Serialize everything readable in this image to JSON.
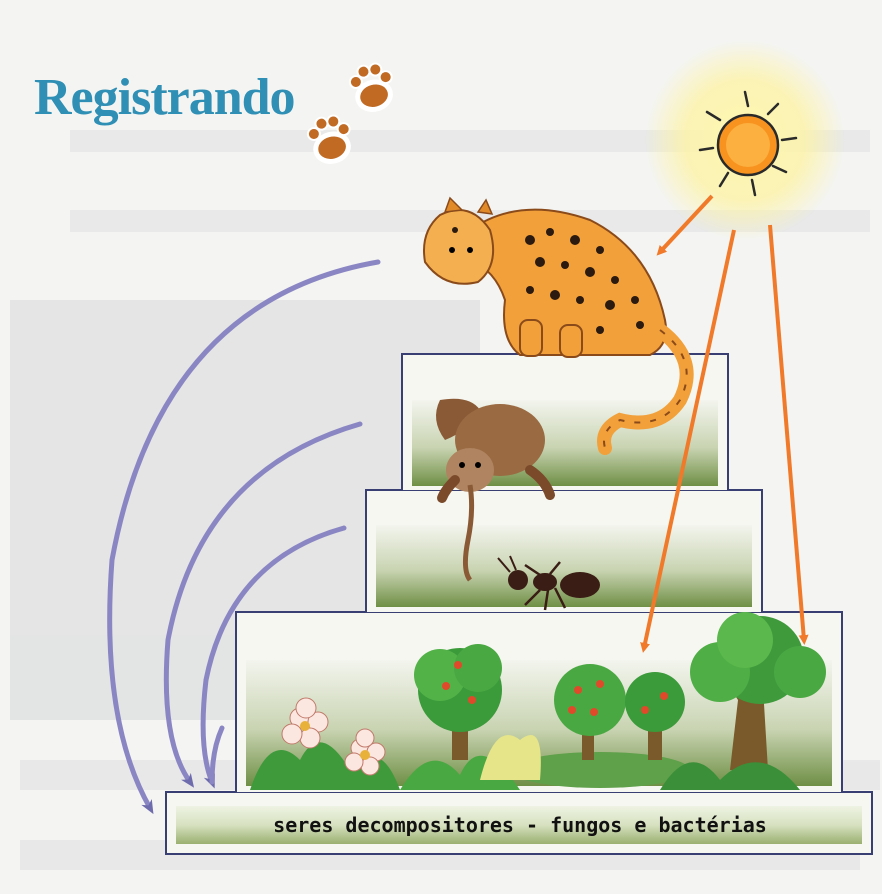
{
  "heading": "Registrando",
  "decomposers_label": "seres decompositores - fungos e bactérias",
  "colors": {
    "heading": "#2f8fb4",
    "energy_arrow": "#f07a2a",
    "decomposition_arrow": "#7b78b8",
    "pyramid_outline": "#3a3f73",
    "level_fill_top": "#f2f4ec",
    "level_fill_bottom": "#7d9a52"
  },
  "icons": [
    "paw-print-icon",
    "sun-icon"
  ],
  "illustrations": [
    "jaguar",
    "anteater",
    "ant",
    "trees-and-flowers"
  ]
}
